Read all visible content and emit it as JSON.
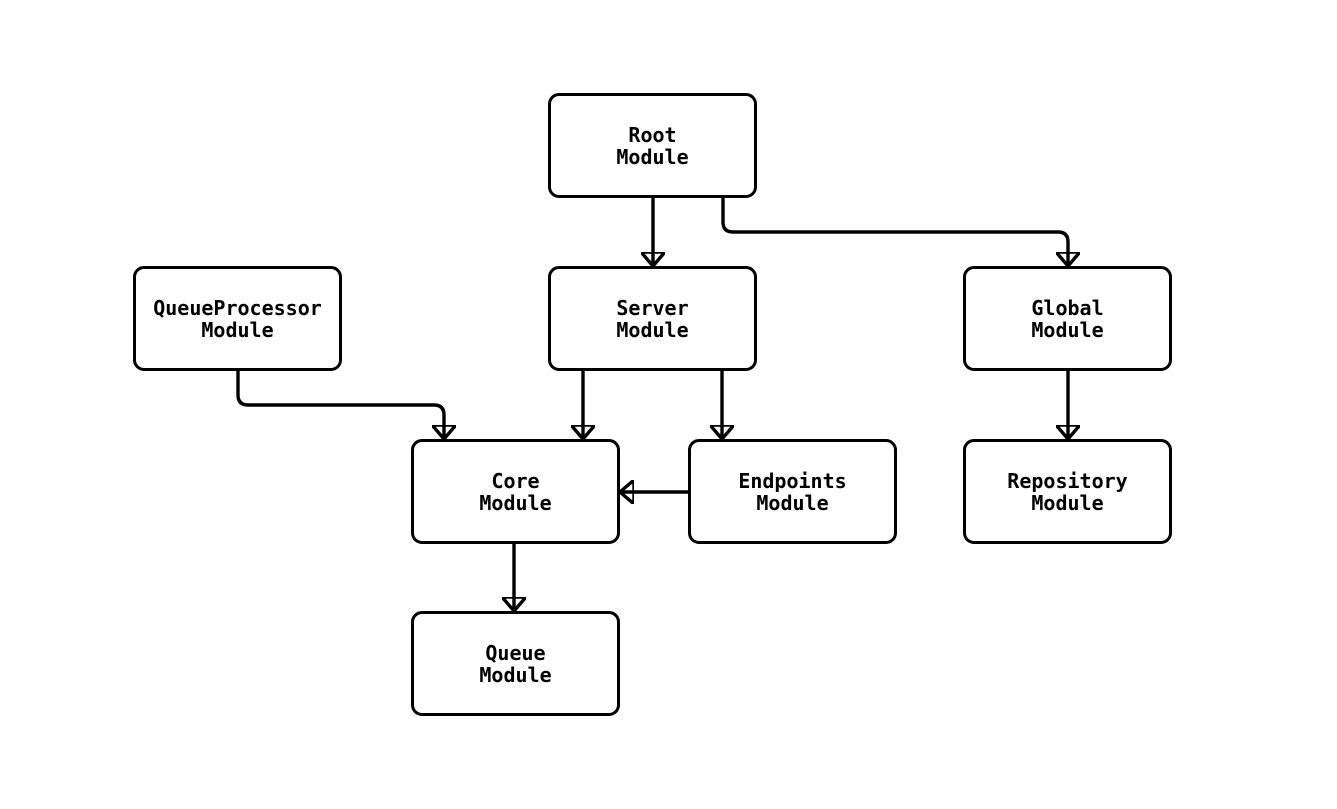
{
  "diagram": {
    "type": "flowchart",
    "direction": "top-down",
    "background_color": "#ffffff",
    "colors": {
      "node_fill": "#ffffff",
      "node_border": "#000000",
      "edge": "#000000",
      "text": "#000000"
    },
    "nodes": [
      {
        "id": "root",
        "label": "Root\nModule"
      },
      {
        "id": "queueProcessor",
        "label": "QueueProcessor\nModule"
      },
      {
        "id": "server",
        "label": "Server\nModule"
      },
      {
        "id": "global",
        "label": "Global\nModule"
      },
      {
        "id": "core",
        "label": "Core\nModule"
      },
      {
        "id": "endpoints",
        "label": "Endpoints\nModule"
      },
      {
        "id": "repository",
        "label": "Repository\nModule"
      },
      {
        "id": "queue",
        "label": "Queue\nModule"
      }
    ],
    "edges": [
      {
        "from": "root",
        "to": "server"
      },
      {
        "from": "root",
        "to": "global"
      },
      {
        "from": "queueProcessor",
        "to": "core"
      },
      {
        "from": "server",
        "to": "core"
      },
      {
        "from": "server",
        "to": "endpoints"
      },
      {
        "from": "endpoints",
        "to": "core"
      },
      {
        "from": "global",
        "to": "repository"
      },
      {
        "from": "core",
        "to": "queue"
      }
    ]
  }
}
